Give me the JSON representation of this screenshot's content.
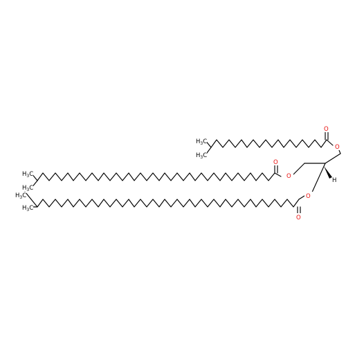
{
  "molecule": {
    "colors": {
      "carbon": "#000000",
      "oxygen": "#e8110f",
      "hydrogen": "#000000",
      "background": "#ffffff"
    },
    "labels": {
      "oxygen": "O",
      "hydrogen": "H",
      "carbon_group_base": "H",
      "carbon_group_sub": "3",
      "carbon_group_tail": "C"
    },
    "stereo": "wedge"
  }
}
